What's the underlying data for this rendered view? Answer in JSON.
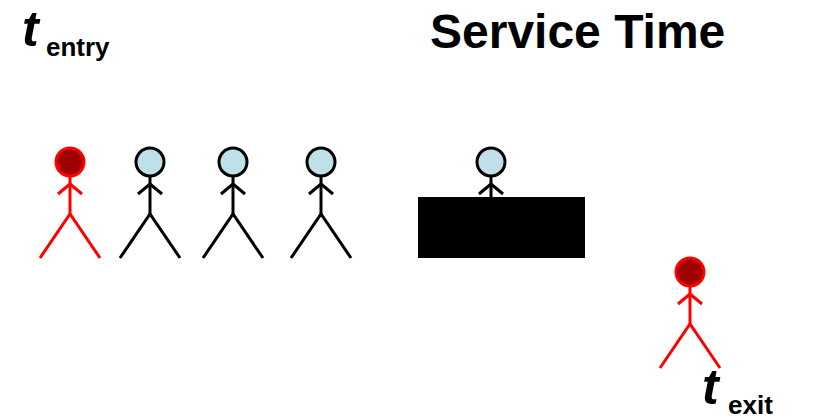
{
  "diagram": {
    "title": "Service Time",
    "labels": [
      "t",
      "entry",
      "t",
      "exit"
    ]
  }
}
